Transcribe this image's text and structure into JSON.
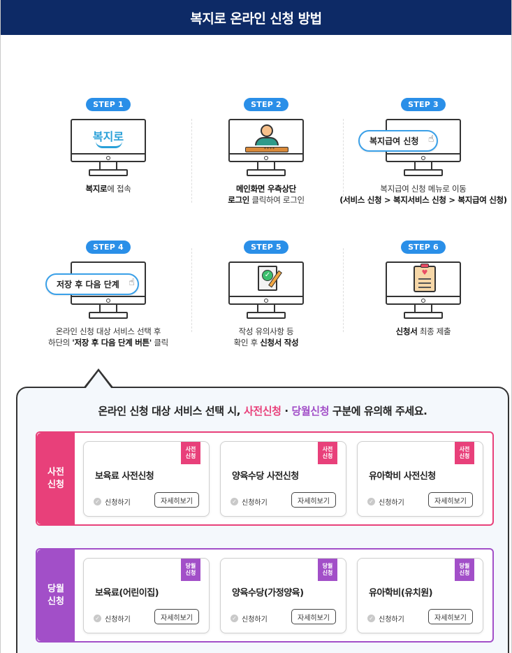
{
  "header": {
    "title": "복지로 온라인 신청 방법"
  },
  "steps": [
    {
      "badge": "STEP 1",
      "cap1_b": "복지로",
      "cap1": "에 접속",
      "cap2": ""
    },
    {
      "badge": "STEP 2",
      "cap1_b": "메인화면 우측상단",
      "cap1": "",
      "cap2_b": "로그인",
      "cap2": " 클릭하여 로그인"
    },
    {
      "badge": "STEP 3",
      "pill": "복지급여 신청",
      "cap1": "복지급여 신청 메뉴로 이동",
      "cap2_b": "(서비스 신청 > 복지서비스 신청 > 복지급여 신청)"
    },
    {
      "badge": "STEP 4",
      "pill": "저장 후 다음 단계",
      "cap1": "온라인 신청 대상 서비스 선택 후",
      "cap2_pre": "하단의 ",
      "cap2_b": "'저장 후 다음 단계 버튼'",
      "cap2": " 클릭"
    },
    {
      "badge": "STEP 5",
      "cap1": "작성 유의사항 등",
      "cap2_pre": "확인 후 ",
      "cap2_b": "신청서 작성"
    },
    {
      "badge": "STEP 6",
      "cap1_b": "신청서",
      "cap1": " 최종 제출"
    }
  ],
  "icons": {
    "login_mask": "****",
    "logo": "복지로"
  },
  "notice": {
    "t1": "온라인 신청 대상 서비스 선택 시, ",
    "t_pre": "사전신청",
    "t_dot": " · ",
    "t_cur": "당월신청",
    "t2": " 구분에 유의해 주세요."
  },
  "groups": [
    {
      "label": "사전\n신청",
      "color": "#e8407a",
      "tag": "사전\n신청",
      "cards": [
        {
          "name": "보육료 사전신청"
        },
        {
          "name": "양육수당 사전신청"
        },
        {
          "name": "유아학비 사전신청"
        }
      ]
    },
    {
      "label": "당월\n신청",
      "color": "#a24fc8",
      "tag": "당월\n신청",
      "cards": [
        {
          "name": "보육료(어린이집)"
        },
        {
          "name": "양육수당(가정양육)"
        },
        {
          "name": "유아학비(유치원)"
        }
      ]
    }
  ],
  "card_labels": {
    "apply": "신청하기",
    "more": "자세히보기"
  }
}
